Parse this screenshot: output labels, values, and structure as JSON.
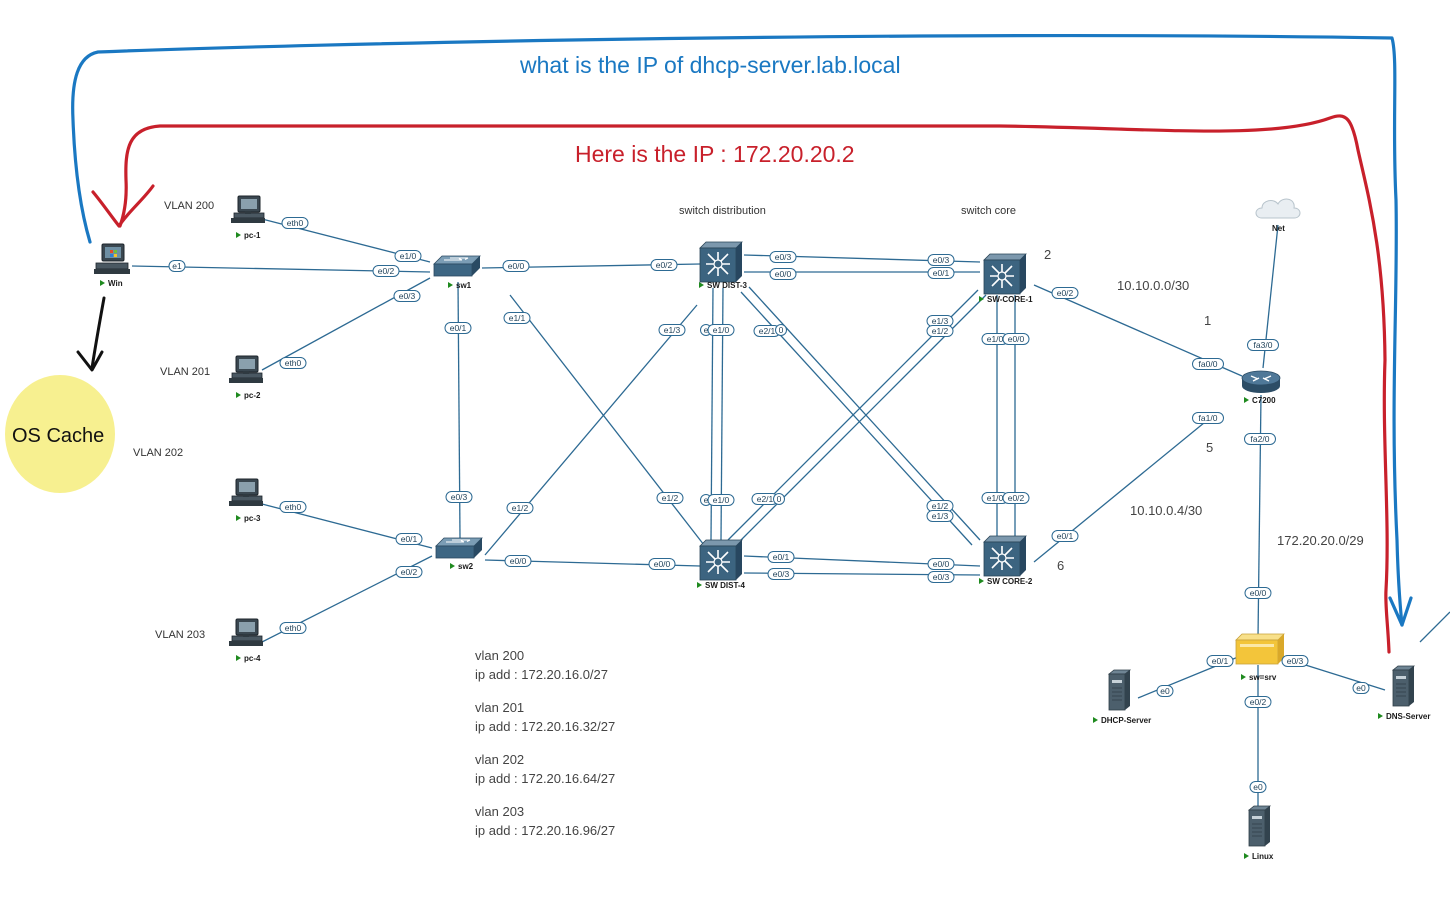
{
  "annotations": {
    "question": "what is the IP of dhcp-server.lab.local",
    "answer": "Here is the IP : 172.20.20.2",
    "os_cache": "OS Cache",
    "colors": {
      "question": "#1a78c2",
      "answer": "#c8202b",
      "cache_bubble": "#f7ef8a",
      "pen": "#111111"
    }
  },
  "section_labels": {
    "distribution": "switch distribution",
    "core": "switch core"
  },
  "vlan_labels": [
    "VLAN 200",
    "VLAN 201",
    "VLAN 202",
    "VLAN 203"
  ],
  "subnets": {
    "link1": "10.10.0.0/30",
    "link2": "10.10.0.4/30",
    "server": "172.20.20.0/29"
  },
  "markers": [
    "2",
    "1",
    "5",
    "6"
  ],
  "vlan_notes": [
    {
      "name": "vlan 200",
      "ip": "ip add : 172.20.16.0/27"
    },
    {
      "name": "vlan 201",
      "ip": "ip add : 172.20.16.32/27"
    },
    {
      "name": "vlan 202",
      "ip": "ip add : 172.20.16.64/27"
    },
    {
      "name": "vlan 203",
      "ip": "ip add : 172.20.16.96/27"
    }
  ],
  "nodes": {
    "win": "Win",
    "pc1": "pc-1",
    "pc2": "pc-2",
    "pc3": "pc-3",
    "pc4": "pc-4",
    "sw1": "sw1",
    "sw2": "sw2",
    "dist3": "SW DIST-3",
    "dist4": "SW DIST-4",
    "core1": "SW-CORE-1",
    "core2": "SW CORE-2",
    "router": "C7200",
    "net": "Net",
    "swsrv": "sw=srv",
    "dhcp": "DHCP-Server",
    "dns": "DNS-Server",
    "linux": "Linux"
  },
  "interfaces": {
    "win_e1": "e1",
    "pc1_eth0": "eth0",
    "pc2_eth0": "eth0",
    "pc3_eth0": "eth0",
    "pc4_eth0": "eth0",
    "sw1_e1_0": "e1/0",
    "sw1_e0_2": "e0/2",
    "sw1_e0_3": "e0/3",
    "sw1_e0_0": "e0/0",
    "sw1_e0_1": "e0/1",
    "sw1_e1_1": "e1/1",
    "sw2_e0_3": "e0/3",
    "sw2_e1_2": "e1/2",
    "sw2_e0_1": "e0/1",
    "sw2_e0_2": "e0/2",
    "sw2_e0_0": "e0/0",
    "d3_e0_2": "e0/2",
    "d3_e0_3": "e0/3",
    "d3_e0_0": "e0/0",
    "d3_e1_3": "e1/3",
    "d3_e": "e",
    "d3_e1_0": "e1/0",
    "d3_e2_1": "e2/1",
    "d3_0": "0",
    "d4_e1_2": "e1/2",
    "d4_e": "e",
    "d4_e1_0": "e1/0",
    "d4_e2_1": "e2/1",
    "d4_0": "0",
    "d4_e0_0": "e0/0",
    "d4_e0_1": "e0/1",
    "d4_e0_3": "e0/3",
    "c1_e0_3": "e0/3",
    "c1_e0_1": "e0/1",
    "c1_e1_3": "e1/3",
    "c1_e1_2": "e1/2",
    "c1_e1_0": "e1/0",
    "c1_e0_0": "e0/0",
    "c1_e0_2": "e0/2",
    "c2_e1_2": "e1/2",
    "c2_e1_3": "e1/3",
    "c2_e1_0": "e1/0",
    "c2_e0_2": "e0/2",
    "c2_e0_0": "e0/0",
    "c2_e0_3": "e0/3",
    "c2_e0_1": "e0/1",
    "r_fa3_0": "fa3/0",
    "r_fa0_0": "fa0/0",
    "r_fa1_0": "fa1/0",
    "r_fa2_0": "fa2/0",
    "srv_e0_0": "e0/0",
    "srv_e0_1": "e0/1",
    "srv_e0_3": "e0/3",
    "srv_e0_2": "e0/2",
    "dhcp_e0": "e0",
    "dns_e0": "e0",
    "linux_e0": "e0"
  }
}
